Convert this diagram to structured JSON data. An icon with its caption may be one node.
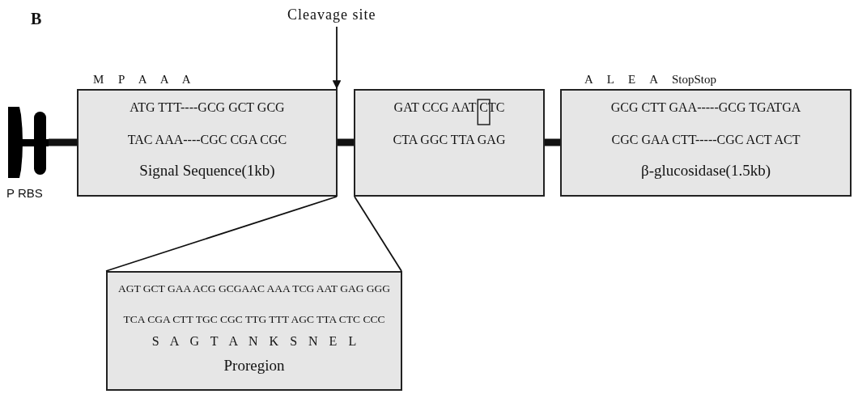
{
  "diagram": {
    "nodes": [
      {
        "text": [],
        "shape": "picture",
        "beside": [
          "P RBS"
        ]
      },
      {
        "text": [
          "ATG TTT----GCG GCT GCG",
          "TAC AAA----CGC CGA CGC",
          "Signal Sequence(1kb)"
        ],
        "beside": [
          "M P A A A"
        ]
      },
      {
        "text": [
          "GAT CCG AAT CTC",
          "CTA GGC TTA GAG"
        ]
      },
      {
        "text": [
          "GCG CTT GAA-----GCG TGATGA",
          "CGC GAA CTT-----CGC ACT ACT",
          "β-glucosidase(1.5kb)"
        ],
        "beside": [
          "A L E A StopStop"
        ]
      },
      {
        "text": [
          "AGT GCT GAA ACG GCGAAC AAA TCG AAT GAG GGG",
          "TCA CGA CTT TGC CGC TTG TTT AGC TTA CTC CCC",
          "S A G T A N K S N E L",
          "Proregion"
        ]
      },
      {
        "text": [
          "Cleavage site"
        ]
      }
    ],
    "edges": [
      {
        "from": 0,
        "to": 1,
        "arrow": "none",
        "style": "thick"
      },
      {
        "from": 1,
        "to": 2,
        "arrow": "none",
        "style": "thick"
      },
      {
        "from": 2,
        "to": 3,
        "arrow": "none",
        "style": "thick"
      },
      {
        "from": 1,
        "to": 4,
        "arrow": "none"
      },
      {
        "from": 2,
        "to": 4,
        "arrow": "none"
      },
      {
        "from": 5,
        "to": 1,
        "arrow": "to"
      }
    ],
    "labels": [
      "B"
    ]
  }
}
